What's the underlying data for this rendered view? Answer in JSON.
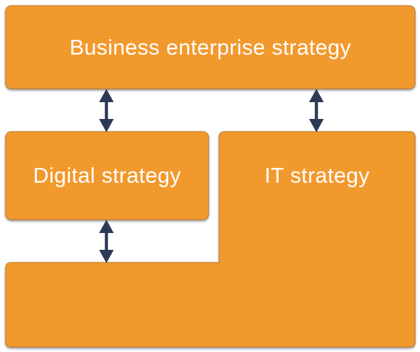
{
  "colors": {
    "background": "#FFFFFF",
    "node_fill": "#F2992E",
    "node_stroke": "#B06E1C",
    "arrow": "#2C3A55",
    "label_text": "#FFFFFF"
  },
  "nodes": {
    "business": {
      "label": "Business enterprise strategy"
    },
    "digital": {
      "label": "Digital strategy"
    },
    "it": {
      "label": "IT strategy"
    }
  },
  "connections": [
    {
      "from": "business",
      "to": "digital",
      "type": "bidirectional-arrow"
    },
    {
      "from": "business",
      "to": "it",
      "type": "bidirectional-arrow"
    },
    {
      "from": "digital",
      "to": "it",
      "type": "bidirectional-arrow"
    }
  ]
}
